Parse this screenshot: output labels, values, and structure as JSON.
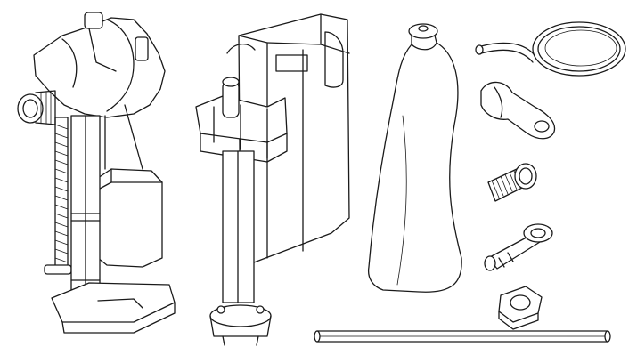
{
  "diagram": {
    "background": "#ffffff",
    "line_color": "#1a1a1a",
    "parts": [
      {
        "id": "fill-valve",
        "icon": "fill-valve-icon"
      },
      {
        "id": "flush-valve",
        "icon": "flush-valve-icon"
      },
      {
        "id": "grease-bottle",
        "icon": "bottle-icon"
      },
      {
        "id": "refill-tube",
        "icon": "coiled-tube-icon"
      },
      {
        "id": "rubber-cap",
        "icon": "cap-icon"
      },
      {
        "id": "threaded-bolt",
        "icon": "bolt-icon"
      },
      {
        "id": "tapered-adapter",
        "icon": "adapter-icon"
      },
      {
        "id": "hex-nut",
        "icon": "nut-icon"
      },
      {
        "id": "straight-rod",
        "icon": "rod-icon"
      }
    ]
  }
}
